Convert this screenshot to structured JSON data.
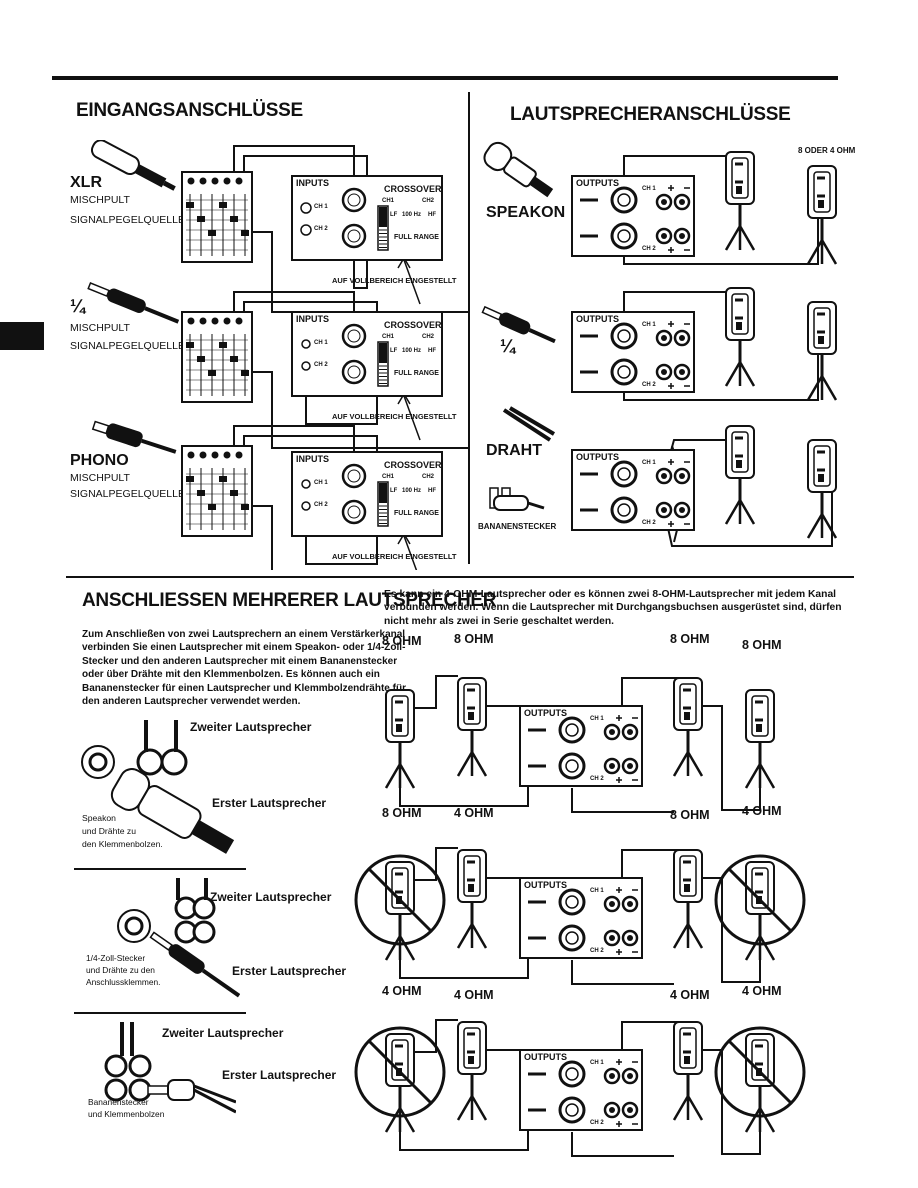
{
  "inputs": {
    "title": "EINGANGSANSCHLÜSSE",
    "xlr": {
      "name": "XLR",
      "line1": "MISCHPULT",
      "line2": "SIGNALPEGELQUELLE"
    },
    "quarter": {
      "name": "¼",
      "line1": "MISCHPULT",
      "line2": "SIGNALPEGELQUELLE"
    },
    "phono": {
      "name": "PHONO",
      "line1": "MISCHPULT",
      "line2": "SIGNALPEGELQUELLE"
    },
    "panel": {
      "inputs": "INPUTS",
      "crossover": "CROSSOVER",
      "ch1": "CH1",
      "ch2": "CH2",
      "freq": "100 Hz",
      "lf": "LF",
      "hf": "HF",
      "full_range": "FULL RANGE",
      "ch1_jack": "CH 1",
      "ch2_jack": "CH 2"
    },
    "note": "AUF VOLLBEREICH EINGESTELLT"
  },
  "speakers": {
    "title": "LAUTSPRECHERANSCHLÜSSE",
    "ohm_note": "8 ODER 4 OHM",
    "speakon": "SPEAKON",
    "quarter": "¼",
    "draht": "DRAHT",
    "banana": "BANANENSTECKER",
    "outputs": "OUTPUTS",
    "ch1": "CH 1",
    "ch2": "CH 2"
  },
  "multi": {
    "title": "ANSCHLIESSEN MEHRERER LAUTSPRECHER",
    "intro": [
      "Es kann ein 4-OHM-Lautsprecher oder es können zwei 8-OHM-Lautsprecher mit jedem Kanal",
      "verbunden werden. Wenn die Lautsprecher mit Durchgangsbuchsen ausgerüstet sind, dürfen",
      "nicht mehr als zwei in Serie geschaltet werden."
    ],
    "para": [
      "Zum Anschließen von zwei Lautsprechern an einem Verstärkerkanal",
      "verbinden Sie einen Lautsprecher mit einem Speakon- oder 1/4-Zoll-",
      "Stecker und den anderen Lautsprecher mit einem Bananenstecker",
      "oder über Drähte mit den Klemmenbolzen. Es können auch ein",
      "Bananenstecker für einen Lautsprecher und Klemmbolzendrähte für",
      "den anderen Lautsprecher verwendet werden."
    ],
    "second": "Zweiter Lautsprecher",
    "first": "Erster Lautsprecher",
    "cap1": [
      "Speakon",
      "und Drähte zu",
      "den Klemmenbolzen."
    ],
    "cap2": [
      "1/4-Zoll-Stecker",
      "und Drähte zu den",
      "Anschlussklemmen."
    ],
    "cap3": [
      "Bananenstecker",
      "und Klemmenbolzen"
    ],
    "row1": [
      "8 OHM",
      "8 OHM",
      "8 OHM",
      "8 OHM"
    ],
    "row2": [
      "8 OHM",
      "4 OHM",
      "8 OHM",
      "4 OHM"
    ],
    "row3": [
      "4 OHM",
      "4 OHM",
      "4 OHM",
      "4 OHM"
    ]
  }
}
